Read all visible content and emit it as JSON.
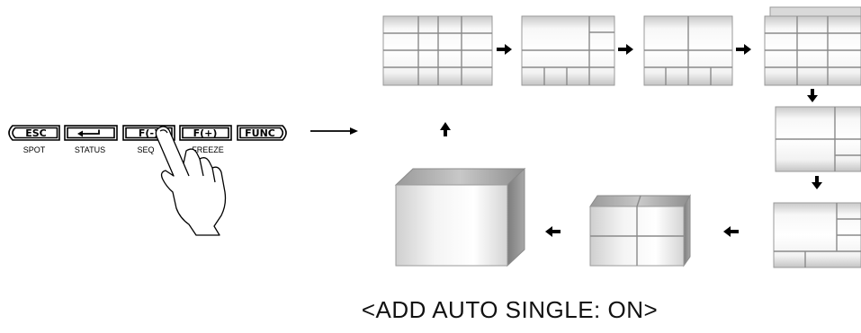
{
  "keypad": {
    "keys": [
      {
        "label": "ESC",
        "sub": "SPOT"
      },
      {
        "label": "↵",
        "sub": "STATUS"
      },
      {
        "label": "F(-)",
        "sub": "SEQ"
      },
      {
        "label": "F(+)",
        "sub": "FREEZE"
      },
      {
        "label": "FUNC",
        "sub": ""
      }
    ]
  },
  "caption": "<ADD AUTO SINGLE: ON>"
}
